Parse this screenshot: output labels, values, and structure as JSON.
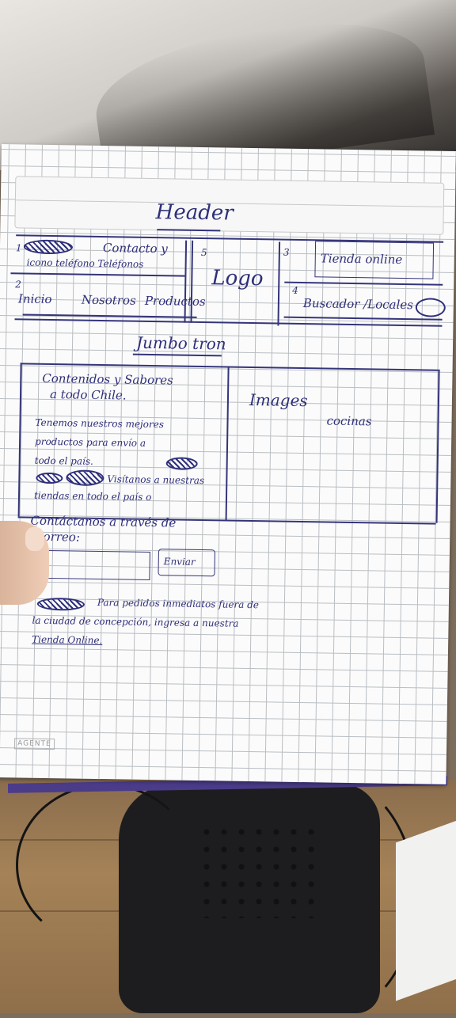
{
  "sketch": {
    "title": "Header",
    "top_bar": {
      "contact_line1": "Contacto y",
      "contact_line2": "icono teléfono Teléfonos",
      "nav": [
        "Inicio",
        "Nosotros",
        "Productos"
      ],
      "logo": "Logo",
      "shop_button": "Tienda online",
      "search": "Buscador /Locales",
      "marks": [
        "1",
        "2",
        "3",
        "4",
        "5"
      ]
    },
    "jumbotron": {
      "label": "Jumbo tron",
      "heading_line1": "Contenidos y Sabores",
      "heading_line2": "a todo Chile.",
      "body_lines": [
        "Tenemos nuestros mejores",
        "productos para envío a",
        "todo el país.",
        "Visítanos a nuestras",
        "tiendas en todo el país o"
      ],
      "image_label1": "Images",
      "image_label2": "cocinas"
    },
    "subscribe": {
      "text_line1": "Contáctanos a través de",
      "text_line2": "correo:",
      "button": "Enviar"
    },
    "footer_note": {
      "line1": "Para pedidos inmediatos fuera de",
      "line2": "la ciudad de concepción, ingresa a nuestra",
      "link": "Tienda Online."
    },
    "corner": "AGENTE"
  }
}
